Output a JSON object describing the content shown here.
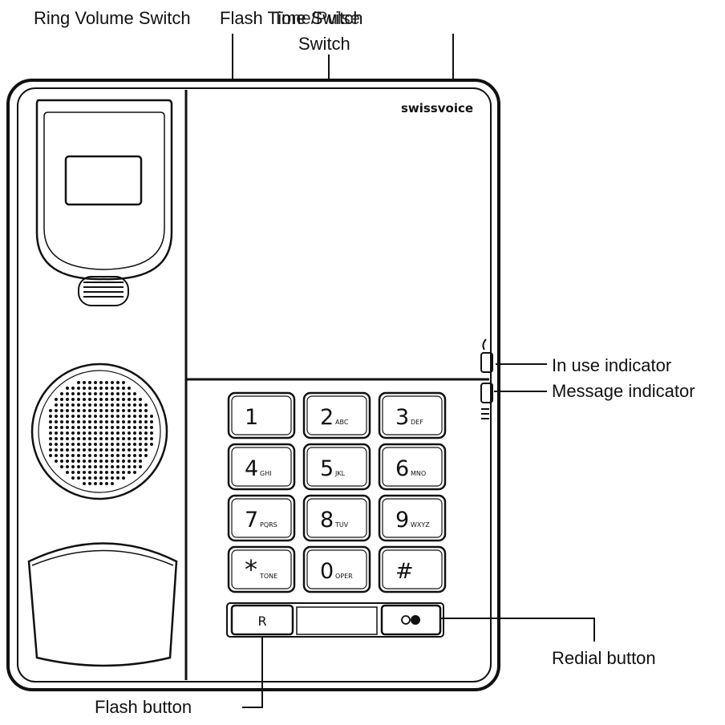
{
  "labels": {
    "ring_volume_switch": "Ring Volume Switch",
    "flash_time_switch": "Flash Time Switch",
    "tone_pulse_switch": "Tone/Pulse",
    "tone_pulse_switch_line2": "Switch",
    "in_use_indicator": "In use indicator",
    "message_indicator": "Message indicator",
    "redial_button": "Redial button",
    "flash_button": "Flash button"
  },
  "brand": "swissvoice",
  "keypad": {
    "keys": [
      {
        "digit": "1",
        "letters": ""
      },
      {
        "digit": "2",
        "letters": "ABC"
      },
      {
        "digit": "3",
        "letters": "DEF"
      },
      {
        "digit": "4",
        "letters": "GHI"
      },
      {
        "digit": "5",
        "letters": "JKL"
      },
      {
        "digit": "6",
        "letters": "MNO"
      },
      {
        "digit": "7",
        "letters": "PQRS"
      },
      {
        "digit": "8",
        "letters": "TUV"
      },
      {
        "digit": "9",
        "letters": "WXYZ"
      },
      {
        "digit": "*",
        "letters": "TONE"
      },
      {
        "digit": "0",
        "letters": "OPER"
      },
      {
        "digit": "#",
        "letters": ""
      }
    ]
  },
  "buttons": {
    "flash_key": "R"
  },
  "icons": {
    "redial": "redial-icon",
    "in_use": "handset-icon",
    "message": "envelope-icon",
    "speaker": "speaker-grille-icon"
  }
}
